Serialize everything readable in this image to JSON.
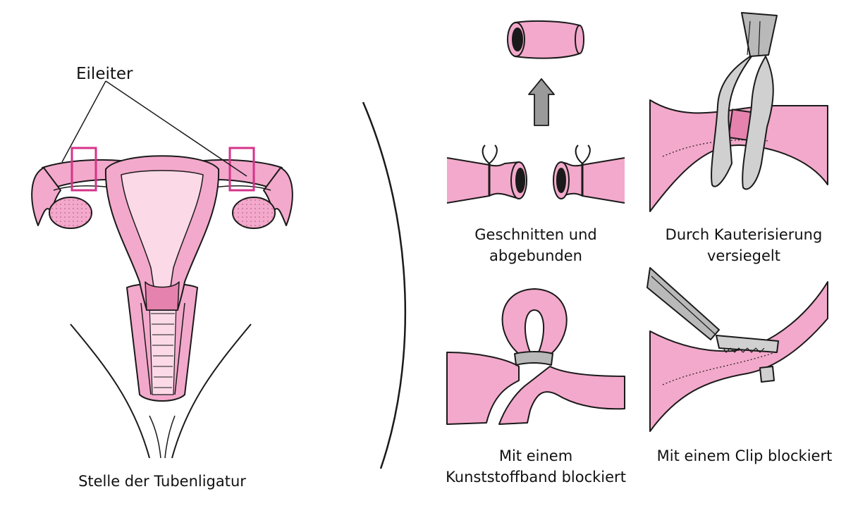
{
  "labels": {
    "oviduct": "Eileiter",
    "ligation_site": "Stelle der Tubenligatur",
    "cut_tied": [
      "Geschnitten und",
      "abgebunden"
    ],
    "cauterized": [
      "Durch Kauterisierung",
      "versiegelt"
    ],
    "plastic_band": [
      "Mit einem",
      "Kunststoffband blockiert"
    ],
    "clip": "Mit einem Clip blockiert"
  },
  "colors": {
    "tissue_pink": "#f3a9cb",
    "tissue_light": "#fbd9e7",
    "tissue_dark": "#e582ae",
    "marker_magenta": "#d6338a",
    "arrow_gray": "#9a9a9a",
    "metal_gray": "#b9b9b9",
    "outline": "#1a1a1a"
  },
  "icons": {
    "uterus_overview": "uterus-with-fallopian-tubes-illustration",
    "cut_tied": "cut-and-tied-tube-illustration",
    "cautery": "cautery-forceps-illustration",
    "band": "plastic-band-loop-illustration",
    "clip": "clip-applicator-illustration"
  }
}
